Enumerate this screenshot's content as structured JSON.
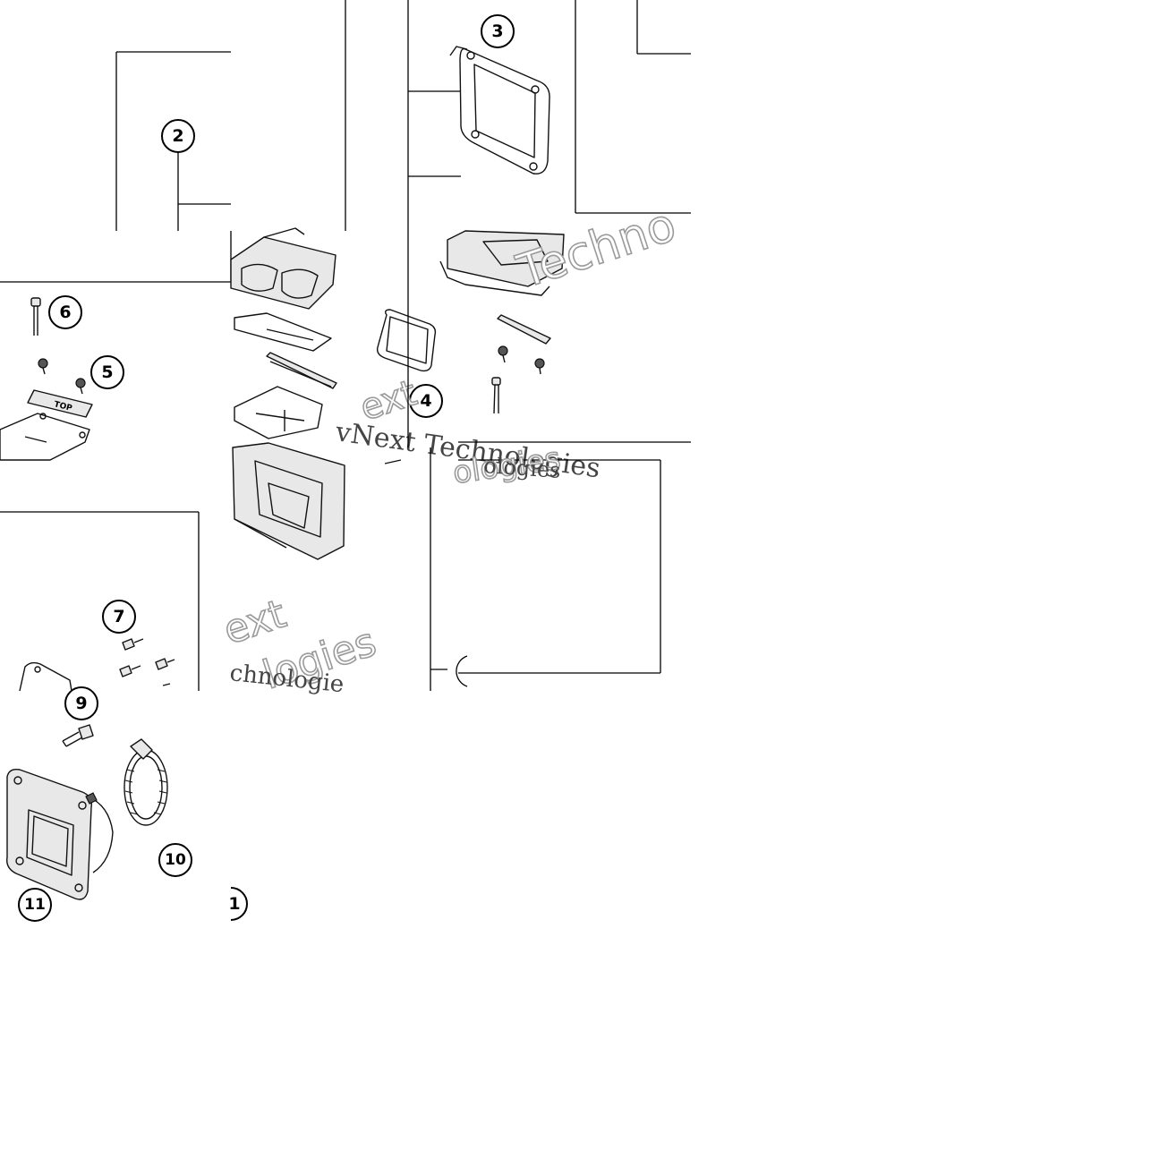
{
  "diagram": {
    "callouts": [
      "1",
      "2",
      "3",
      "4",
      "5",
      "6",
      "7",
      "9",
      "10",
      "11"
    ],
    "part_labels": {
      "top_tag": "TOP"
    },
    "watermarks": [
      "vNext Technologies",
      "Techno",
      "ext",
      "logies",
      "chnologie",
      "ologies"
    ]
  }
}
